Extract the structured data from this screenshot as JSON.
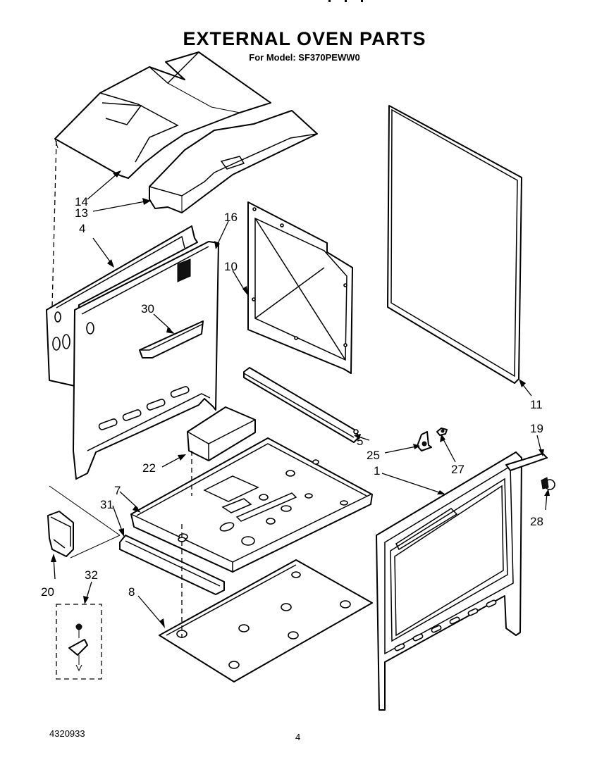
{
  "header": {
    "title": "EXTERNAL OVEN PARTS",
    "subtitle": "For Model: SF370PEWW0"
  },
  "footer": {
    "doc_number": "4320933",
    "page_number": "4"
  },
  "callouts": [
    "14",
    "13",
    "4",
    "16",
    "10",
    "30",
    "11",
    "5",
    "19",
    "25",
    "27",
    "1",
    "22",
    "7",
    "31",
    "28",
    "20",
    "32",
    "8"
  ]
}
